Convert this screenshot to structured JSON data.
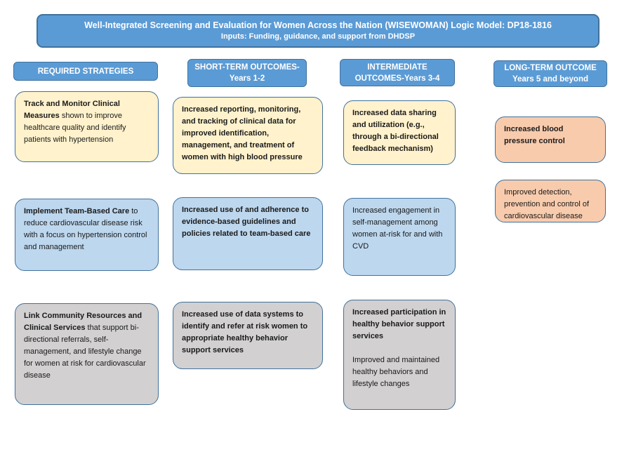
{
  "title_banner": {
    "line1": "Well-Integrated Screening and Evaluation for Women Across the Nation (WISEWOMAN) Logic Model: DP18-1816",
    "line2": "Inputs: Funding, guidance, and support from DHDSP"
  },
  "colors": {
    "banner_fill": "#5b9bd5",
    "banner_border": "#41719c",
    "box_border": "#41719c",
    "strategies_row1_fill": "#fff2cc",
    "strategies_row2_fill": "#bdd7ee",
    "strategies_row3_fill": "#d2d0d0",
    "long_term_fill": "#f8cbad",
    "header_text": "#ffffff",
    "body_text": "#1a1a1a"
  },
  "columns": [
    {
      "header": {
        "line1": "REQUIRED STRATEGIES",
        "line2": ""
      },
      "boxes": [
        {
          "lead": "Track and Monitor Clinical Measures",
          "rest": " shown to improve healthcare quality and identify patients with hypertension"
        },
        {
          "lead": "Implement Team-Based Care",
          "rest": " to reduce cardiovascular disease risk with a focus on hypertension control and management"
        },
        {
          "lead": "Link Community Resources and Clinical Services",
          "rest": " that support bi-directional referrals, self-management, and lifestyle change for women at risk for cardiovascular disease"
        }
      ]
    },
    {
      "header": {
        "line1": "SHORT-TERM OUTCOMES-",
        "line2": "Years 1-2"
      },
      "boxes": [
        {
          "lead": "Increased reporting, monitoring, and tracking of clinical data for improved identification, management, and treatment of women with high blood pressure",
          "rest": ""
        },
        {
          "lead": "Increased use of and adherence to evidence-based guidelines and policies related to team-based care",
          "rest": ""
        },
        {
          "lead": "Increased use of data systems to identify and refer at risk women to appropriate healthy behavior support services",
          "rest": ""
        }
      ]
    },
    {
      "header": {
        "line1": "INTERMEDIATE",
        "line2": "OUTCOMES-Years 3-4"
      },
      "boxes": [
        {
          "lead": "Increased data sharing and utilization (e.g., through a bi-directional feedback mechanism)",
          "rest": ""
        },
        {
          "lead": "",
          "rest": "Increased engagement in self-management among women at-risk for and with CVD"
        },
        {
          "lead": "Increased participation in healthy behavior support services",
          "rest": "",
          "para2": "Improved and maintained healthy behaviors and lifestyle changes"
        }
      ]
    },
    {
      "header": {
        "line1": "LONG-TERM OUTCOME",
        "line2": "Years 5 and beyond"
      },
      "boxes": [
        {
          "lead": "Increased blood pressure control",
          "rest": ""
        },
        {
          "lead": "",
          "rest": "Improved detection, prevention and control of cardiovascular disease"
        }
      ]
    }
  ]
}
